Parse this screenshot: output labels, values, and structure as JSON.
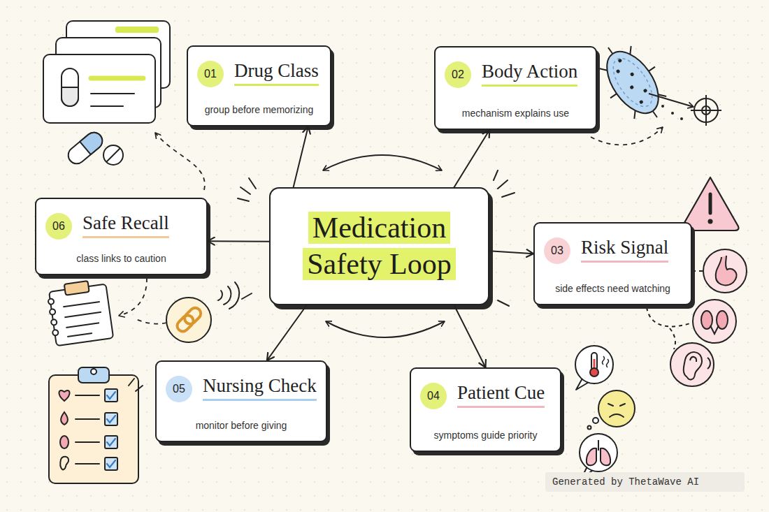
{
  "diagram": {
    "nodes": [
      {
        "text": [
          "Medication Safety Loop"
        ]
      },
      {
        "text": [
          "01",
          "Drug Class",
          "group before memorizing"
        ]
      },
      {
        "text": [
          "02",
          "Body Action",
          "mechanism explains use"
        ]
      },
      {
        "text": [
          "03",
          "Risk Signal",
          "side effects need watching"
        ]
      },
      {
        "text": [
          "04",
          "Patient Cue",
          "symptoms guide priority"
        ]
      },
      {
        "text": [
          "05",
          "Nursing Check",
          "monitor before giving"
        ]
      },
      {
        "text": [
          "06",
          "Safe Recall",
          "class links to caution"
        ]
      }
    ],
    "edges": [
      {
        "from": 0,
        "to": 1,
        "arrow": "to"
      },
      {
        "from": 0,
        "to": 2,
        "arrow": "to"
      },
      {
        "from": 0,
        "to": 3,
        "arrow": "to"
      },
      {
        "from": 0,
        "to": 4,
        "arrow": "to"
      },
      {
        "from": 0,
        "to": 5,
        "arrow": "to"
      },
      {
        "from": 0,
        "to": 6,
        "arrow": "to"
      }
    ],
    "labels": [
      "Generated by ThetaWave AI"
    ]
  }
}
